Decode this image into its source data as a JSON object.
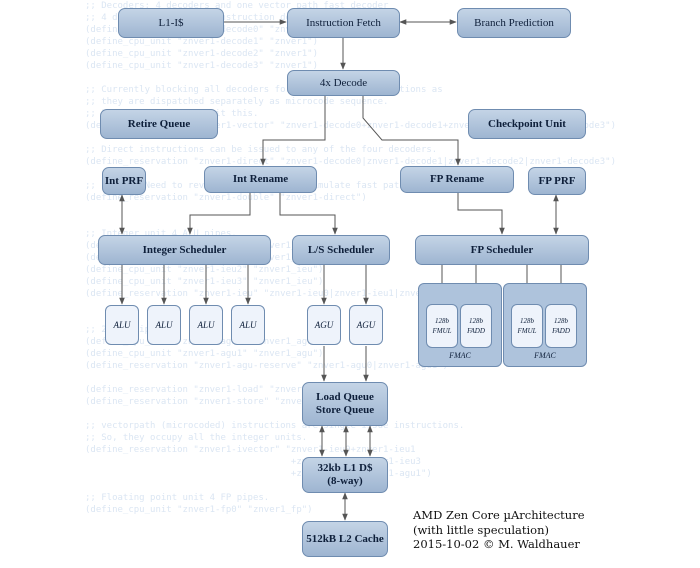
{
  "background_code": [
    ";; Decoders: 4 decoders and one vector path fast decoder",
    ";; 4 decoders (each a 1-instruction decoder)",
    "(define_cpu_unit \"znver1-decode0\" \"znver1\")",
    "(define_cpu_unit \"znver1-decode1\" \"znver1\")",
    "(define_cpu_unit \"znver1-decode2\" \"znver1\")",
    "(define_cpu_unit \"znver1-decode3\" \"znver1\")",
    "",
    ";; Currently blocking all decoders for vector path instructions as",
    ";; they are dispatched separately as microcode sequence.",
    ";; Fix me: Need to revisit this.",
    "(define_reservation \"znver1-vector\" \"znver1-decode0+znver1-decode1+znver1-decode2+znver1-decode3\")",
    "",
    ";; Direct instructions can be issued to any of the four decoders.",
    "(define_reservation \"znver1-direct\" \"znver1-decode0|znver1-decode1|znver1-decode2|znver1-decode3\")",
    "",
    ";; Fix me: Need to revisit this later to simulate fast path double behavior.",
    "(define_reservation \"znver1-double\" \"znver1-direct\")",
    "",
    "",
    ";; Integer unit 4 ALU pipes.",
    "(define_cpu_unit \"znver1-ieu0\" \"znver1_ieu\")",
    "(define_cpu_unit \"znver1-ieu1\" \"znver1_ieu\")",
    "(define_cpu_unit \"znver1-ieu2\" \"znver1_ieu\")",
    "(define_cpu_unit \"znver1-ieu3\" \"znver1_ieu\")",
    "(define_reservation \"znver1-ieu\" \"znver1-ieu0|znver1-ieu1|znver1-ieu2|znver1-ieu3\")",
    "",
    "",
    ";; 2 AGU pipes.",
    "(define_cpu_unit \"znver1-agu0\" \"znver1_agu\")",
    "(define_cpu_unit \"znver1-agu1\" \"znver1_agu\")",
    "(define_reservation \"znver1-agu-reserve\" \"znver1-agu0|znver1-agu1\")",
    "",
    "(define_reservation \"znver1-load\" \"znver1-agu-reserve\")",
    "(define_reservation \"znver1-store\" \"znver1-agu-reserve\")",
    "",
    ";; vectorpath (microcoded) instructions are single issue instructions.",
    ";; So, they occupy all the integer units.",
    "(define_reservation \"znver1-ivector\" \"znver1-ieu0+znver1-ieu1",
    "                                      +znver1-ieu2+znver1-ieu3",
    "                                      +znver1-agu0+znver1-agu1\")",
    "",
    ";; Floating point unit 4 FP pipes.",
    "(define_cpu_unit \"znver1-fp0\" \"znver1_fp\")"
  ],
  "blocks": {
    "l1i": "L1-I$",
    "fetch": "Instruction Fetch",
    "branch": "Branch Prediction",
    "decode": "4x Decode",
    "retire": "Retire Queue",
    "checkpoint": "Checkpoint Unit",
    "int_prf": "Int PRF",
    "int_rename": "Int Rename",
    "fp_rename": "FP Rename",
    "fp_prf": "FP PRF",
    "int_sched": "Integer Scheduler",
    "ls_sched": "L/S Scheduler",
    "fp_sched": "FP Scheduler",
    "load_store": "Load Queue\nStore Queue",
    "l1d": "32kb L1 D$\n(8-way)",
    "l2": "512kB L2 Cache"
  },
  "alus": [
    "ALU",
    "ALU",
    "ALU",
    "ALU"
  ],
  "agus": [
    "AGU",
    "AGU"
  ],
  "fmac_groups": [
    {
      "units": [
        "128b\nFMUL",
        "128b\nFADD"
      ],
      "label": "FMAC"
    },
    {
      "units": [
        "128b\nFMUL",
        "128b\nFADD"
      ],
      "label": "FMAC"
    }
  ],
  "caption": {
    "line1": "AMD Zen Core µArchitecture",
    "line2": "(with little speculation)",
    "line3": "2015-10-02 © M. Waldhauer"
  },
  "colors": {
    "box_top": "#c4d4e6",
    "box_bottom": "#9eb5d1",
    "border": "#6f8cb0",
    "unit_fill": "#eef3fb",
    "wire": "#555555",
    "code": "#dbe6f3"
  }
}
